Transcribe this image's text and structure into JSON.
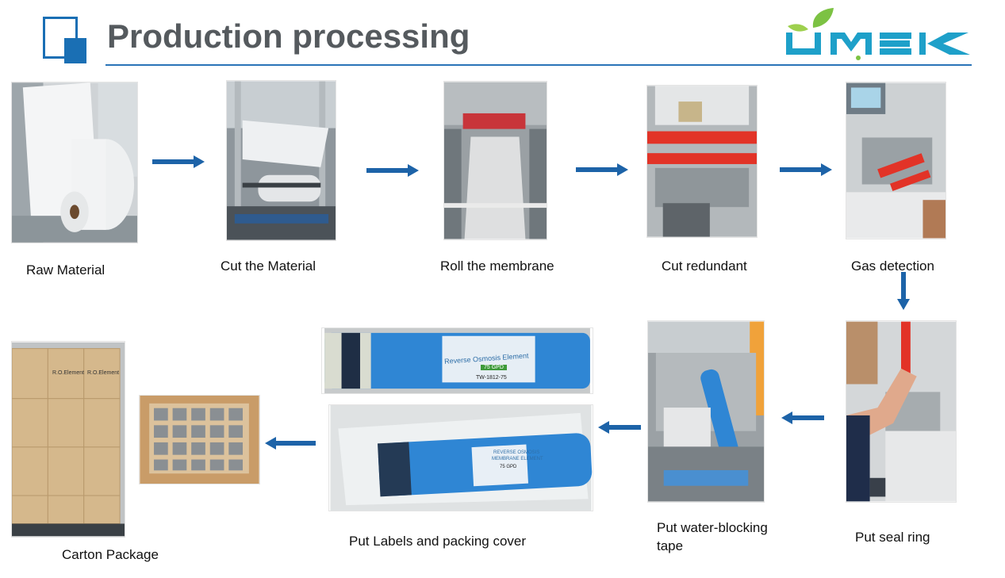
{
  "header": {
    "title": "Production processing",
    "logo_text": "UMEK"
  },
  "colors": {
    "accent": "#1a6fb4",
    "arrow": "#1d63a8",
    "logo_green": "#7cc243",
    "logo_blue": "#1ea0c9",
    "membrane_blue": "#2f86d4"
  },
  "steps": {
    "raw_material": "Raw Material",
    "cut_material": "Cut the Material",
    "roll_membrane": "Roll the membrane",
    "cut_redundant": "Cut redundant",
    "gas_detection": "Gas detection",
    "seal_ring": "Put seal ring",
    "water_blocking_1": "Put water-blocking",
    "water_blocking_2": "tape",
    "labels_cover": "Put Labels and packing cover",
    "carton": "Carton Package"
  },
  "product_labels": {
    "element_line1": "Reverse Osmosis Element",
    "element_badge": "75 GPD",
    "element_model": "TW-1812-75",
    "cover_line1": "REVERSE OSMOSIS",
    "cover_line2": "MEMBRANE ELEMENT",
    "cover_badge": "75 GPD",
    "box_text": "R.O.Element"
  }
}
